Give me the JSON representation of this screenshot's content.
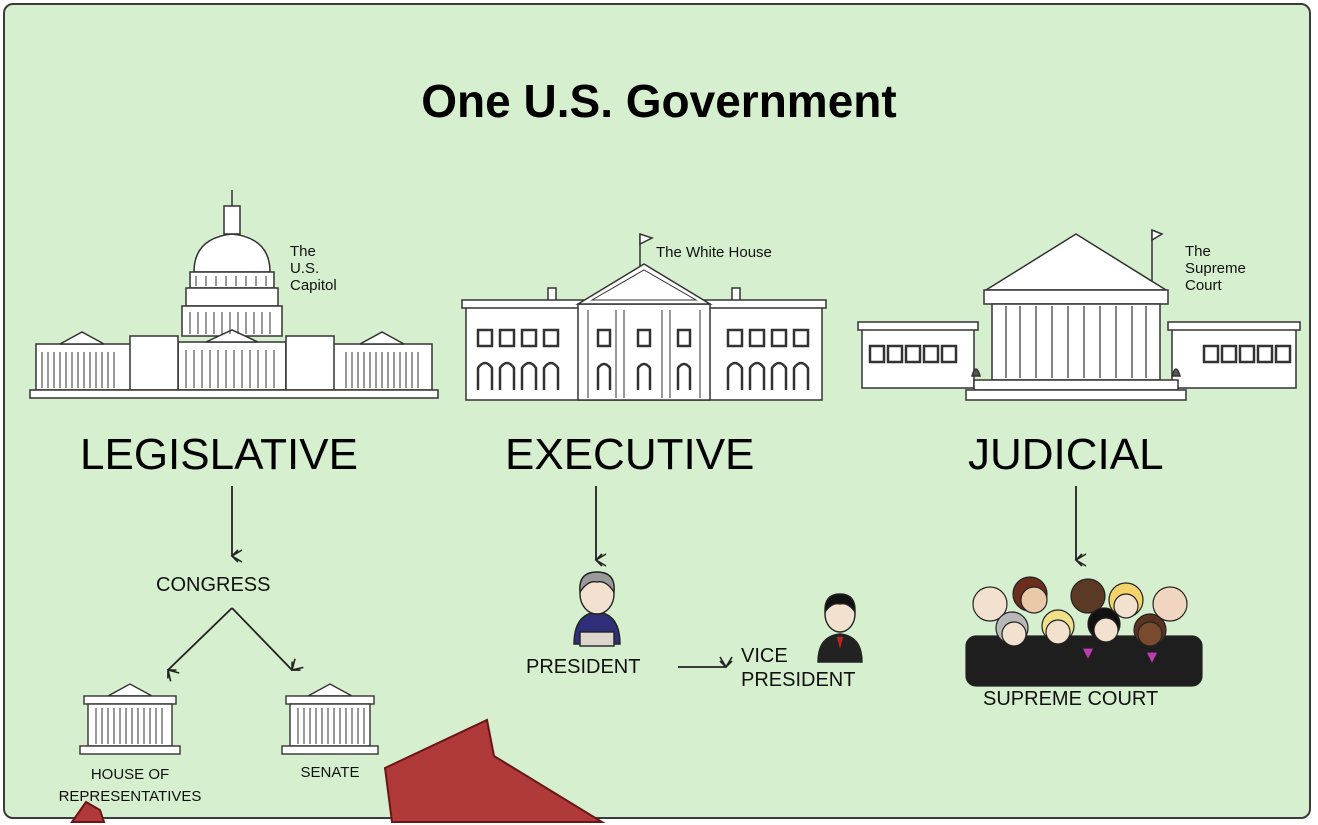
{
  "title": "One U.S. Government",
  "branches": {
    "legislative": {
      "name": "LEGISLATIVE",
      "building_label": [
        "The",
        "U.S.",
        "Capitol"
      ],
      "body": "CONGRESS",
      "chambers": [
        {
          "name_lines": [
            "HOUSE OF",
            "REPRESENTATIVES"
          ]
        },
        {
          "name_lines": [
            "SENATE"
          ]
        }
      ]
    },
    "executive": {
      "name": "EXECUTIVE",
      "building_label": "The White House",
      "leader": "PRESIDENT",
      "deputy": [
        "VICE",
        "PRESIDENT"
      ]
    },
    "judicial": {
      "name": "JUDICIAL",
      "building_label": [
        "The",
        "Supreme",
        "Court"
      ],
      "body": "SUPREME COURT"
    }
  },
  "colors": {
    "background": "#d6efcf",
    "overlay_arrow": "#b03a3a"
  }
}
